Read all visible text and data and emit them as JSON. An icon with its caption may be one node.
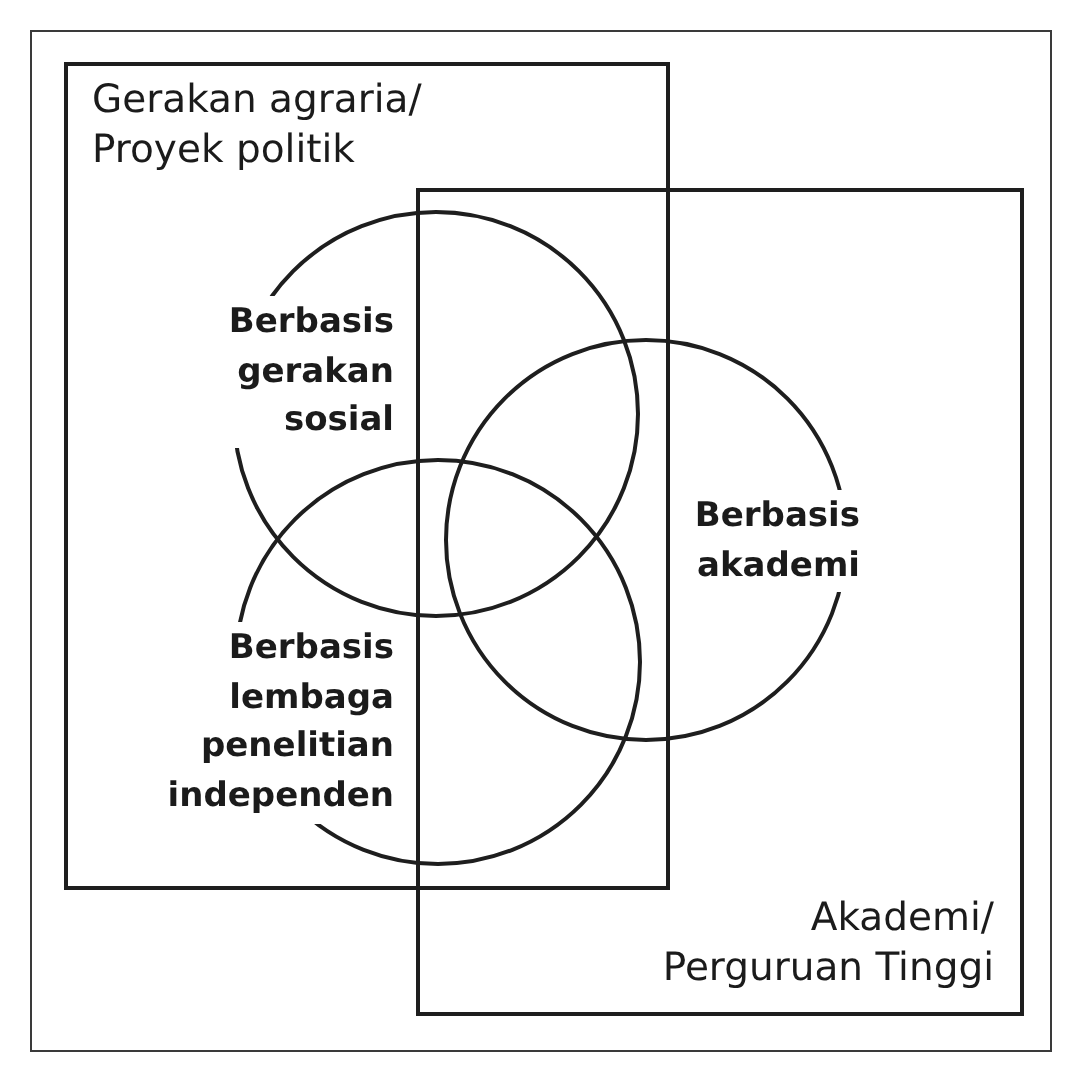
{
  "diagram": {
    "nodes": [
      {
        "text": [
          "Gerakan agraria/ Proyek politik"
        ]
      },
      {
        "text": [
          "Akademi/ Perguruan Tinggi"
        ]
      },
      {
        "text": [
          "Berbasis gerakan sosial"
        ],
        "in": 0
      },
      {
        "text": [
          "Berbasis akademi"
        ],
        "in": 1
      },
      {
        "text": [
          "Berbasis lembaga penelitian independen"
        ],
        "in": 0
      }
    ]
  }
}
